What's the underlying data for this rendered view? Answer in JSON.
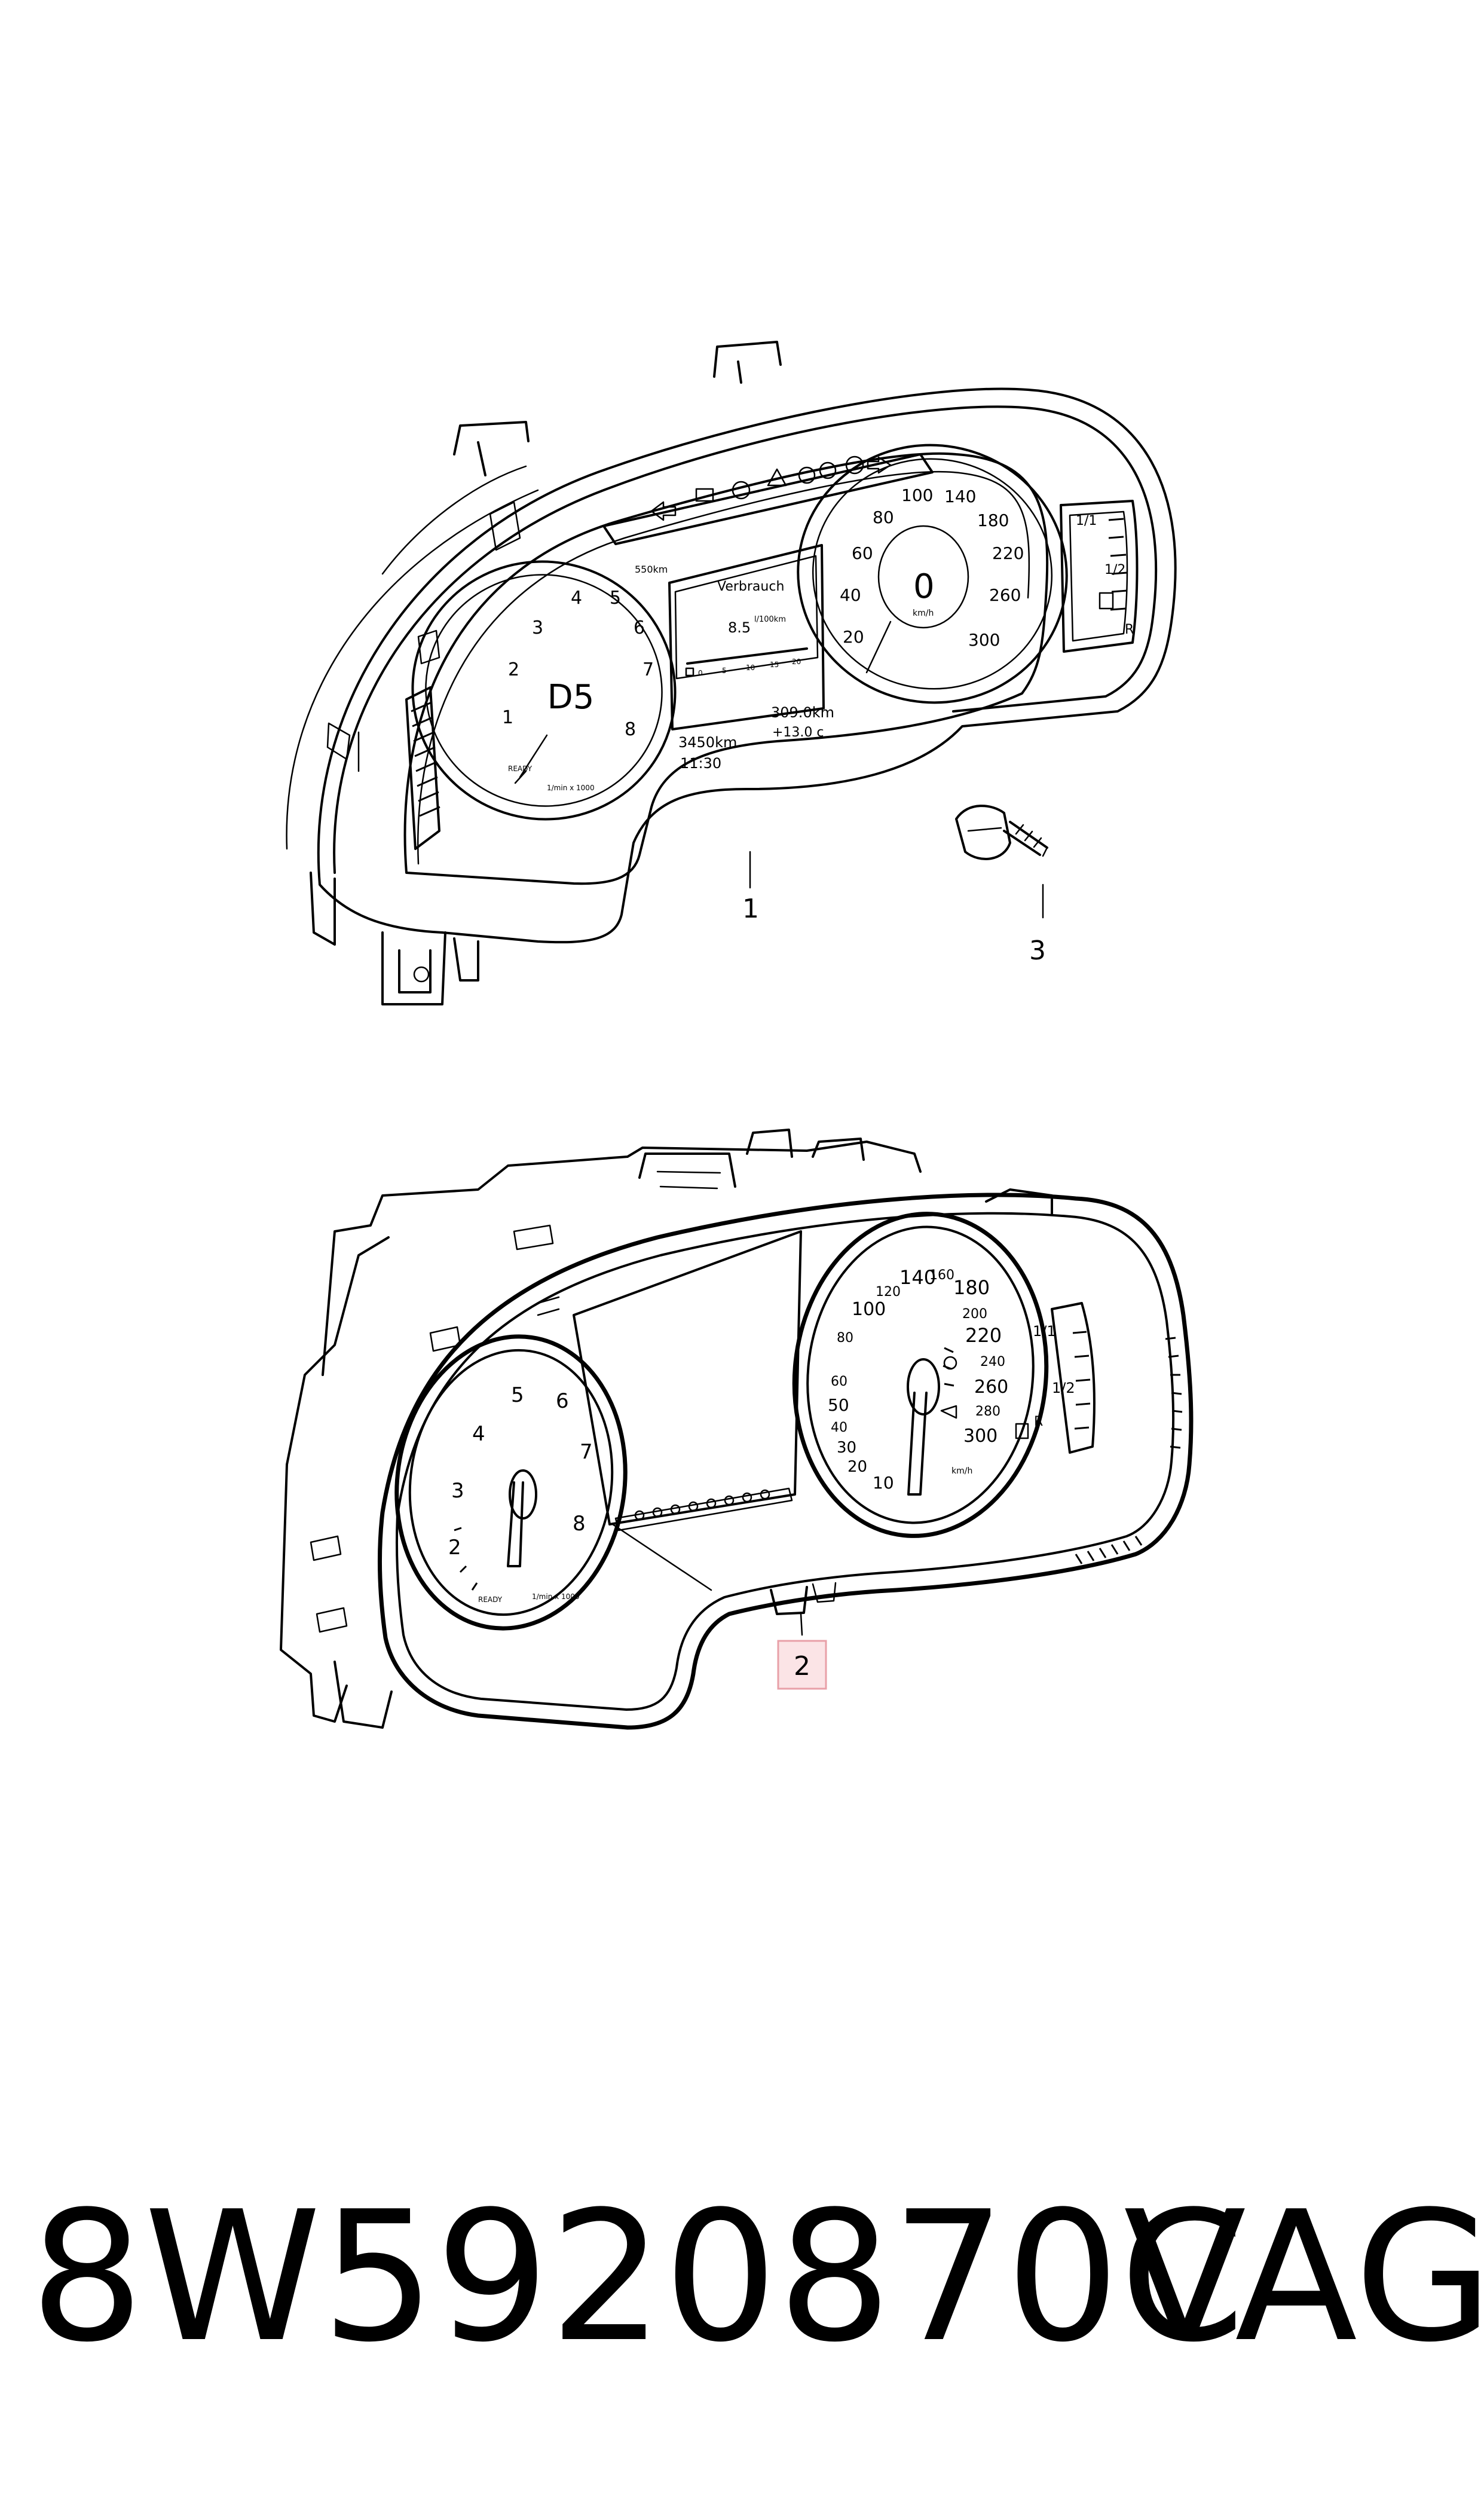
{
  "callouts": {
    "c1": "1",
    "c2": "2",
    "c3": "3"
  },
  "cluster_top": {
    "odometer_range": "550km",
    "screen_title": "Verbrauch",
    "consumption_value": "8.5",
    "consumption_unit": "l/100km",
    "bar_scale": [
      "0",
      "5",
      "10",
      "15",
      "20"
    ],
    "gear": "D5",
    "tacho_numbers": [
      "1",
      "2",
      "3",
      "4",
      "5",
      "6",
      "7",
      "8"
    ],
    "tacho_unit": "1/min x 1000",
    "ready_label": "READY",
    "speed_value": "0",
    "speed_unit": "km/h",
    "speed_numbers": [
      "20",
      "40",
      "60",
      "80",
      "100",
      "140",
      "180",
      "220",
      "260",
      "300"
    ],
    "fuel_labels": [
      "1/1",
      "1/2",
      "R"
    ],
    "trip_left": "3450km",
    "time": "11:30",
    "trip_right": "309.0km",
    "temperature": "+13.0 c"
  },
  "cluster_bottom": {
    "tacho_numbers": [
      "2",
      "3",
      "4",
      "5",
      "6",
      "7",
      "8"
    ],
    "tacho_unit": "1/min x 1000",
    "ready_label": "READY",
    "speed_numbers": [
      "10",
      "20",
      "30",
      "40",
      "50",
      "60",
      "80",
      "100",
      "120",
      "140",
      "160",
      "180",
      "200",
      "220",
      "240",
      "260",
      "280",
      "300"
    ],
    "speed_unit": "km/h",
    "fuel_labels": [
      "1/1",
      "1/2",
      "R"
    ]
  },
  "footer": {
    "part_number": "8W5920870C",
    "brand": "VAG"
  },
  "colors": {
    "line": "#000000",
    "callout_box_fill": "#fbe4e6",
    "callout_box_stroke": "#e8a0a8",
    "background": "#ffffff"
  }
}
